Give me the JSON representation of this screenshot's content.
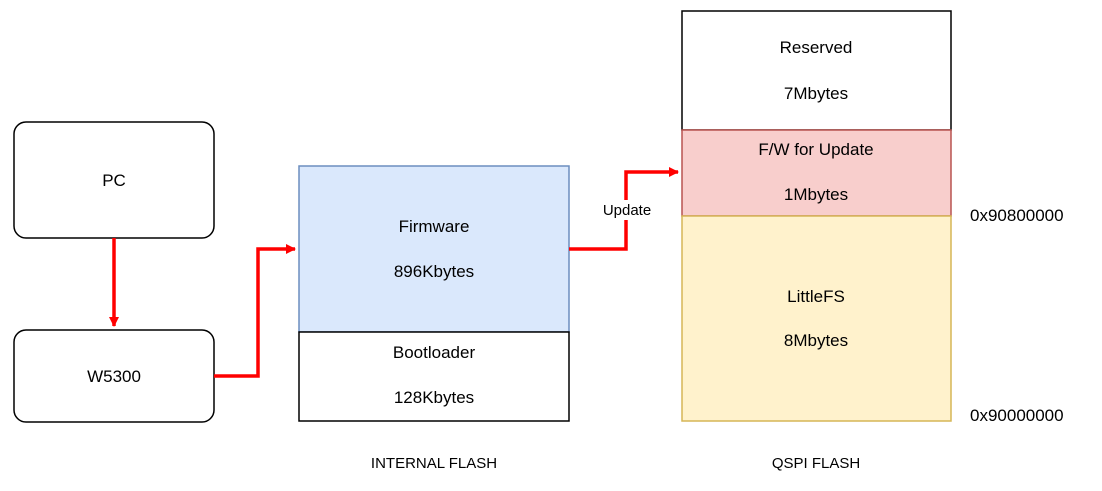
{
  "nodes": {
    "pc": {
      "label": "PC"
    },
    "w5300": {
      "label": "W5300"
    }
  },
  "internal_flash": {
    "caption": "INTERNAL FLASH",
    "firmware": {
      "name": "Firmware",
      "size": "896Kbytes",
      "fill": "#dae8fc",
      "stroke": "#6c8ebf"
    },
    "bootloader": {
      "name": "Bootloader",
      "size": "128Kbytes",
      "fill": "#ffffff",
      "stroke": "#000000"
    }
  },
  "qspi_flash": {
    "caption": "QSPI FLASH",
    "reserved": {
      "name": "Reserved",
      "size": "7Mbytes",
      "fill": "#ffffff",
      "stroke": "#000000"
    },
    "fw_update": {
      "name": "F/W for Update",
      "size": "1Mbytes",
      "fill": "#f8cecc",
      "stroke": "#b85450"
    },
    "littlefs": {
      "name": "LittleFS",
      "size": "8Mbytes",
      "fill": "#fff2cc",
      "stroke": "#d6b656"
    }
  },
  "addresses": {
    "upper": "0x90800000",
    "lower": "0x90000000"
  },
  "edges": {
    "update_label": "Update",
    "color": "#ff0000"
  }
}
